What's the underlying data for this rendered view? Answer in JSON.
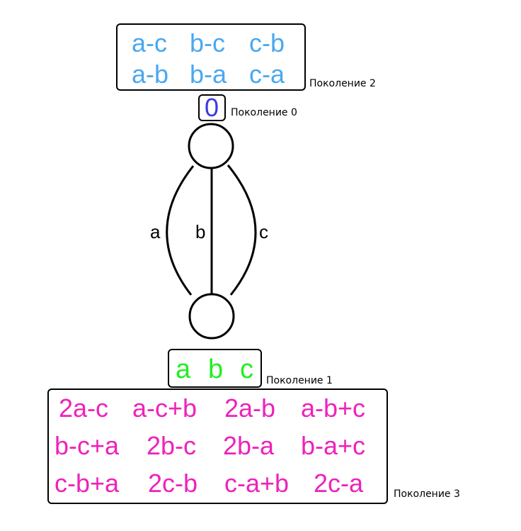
{
  "colors": {
    "generation_0": "#3a3ae0",
    "generation_1": "#22ee22",
    "generation_2": "#4aa8f0",
    "generation_3": "#ee22bb"
  },
  "generations": {
    "gen0": {
      "label": "Поколение 0",
      "items": [
        "0"
      ]
    },
    "gen1": {
      "label": "Поколение 1",
      "items": [
        "a",
        "b",
        "c"
      ]
    },
    "gen2": {
      "label": "Поколение 2",
      "rows": [
        [
          "a-c",
          "b-c",
          "c-b"
        ],
        [
          "a-b",
          "b-a",
          "c-a"
        ]
      ]
    },
    "gen3": {
      "label": "Поколение 3",
      "rows": [
        [
          "2a-c",
          "a-c+b",
          "2a-b",
          "a-b+c"
        ],
        [
          "b-c+a",
          "2b-c",
          "2b-a",
          "b-a+c"
        ],
        [
          "c-b+a",
          "2c-b",
          "c-a+b",
          "2c-a"
        ]
      ]
    }
  },
  "graph": {
    "edge_labels": [
      "a",
      "b",
      "c"
    ]
  }
}
